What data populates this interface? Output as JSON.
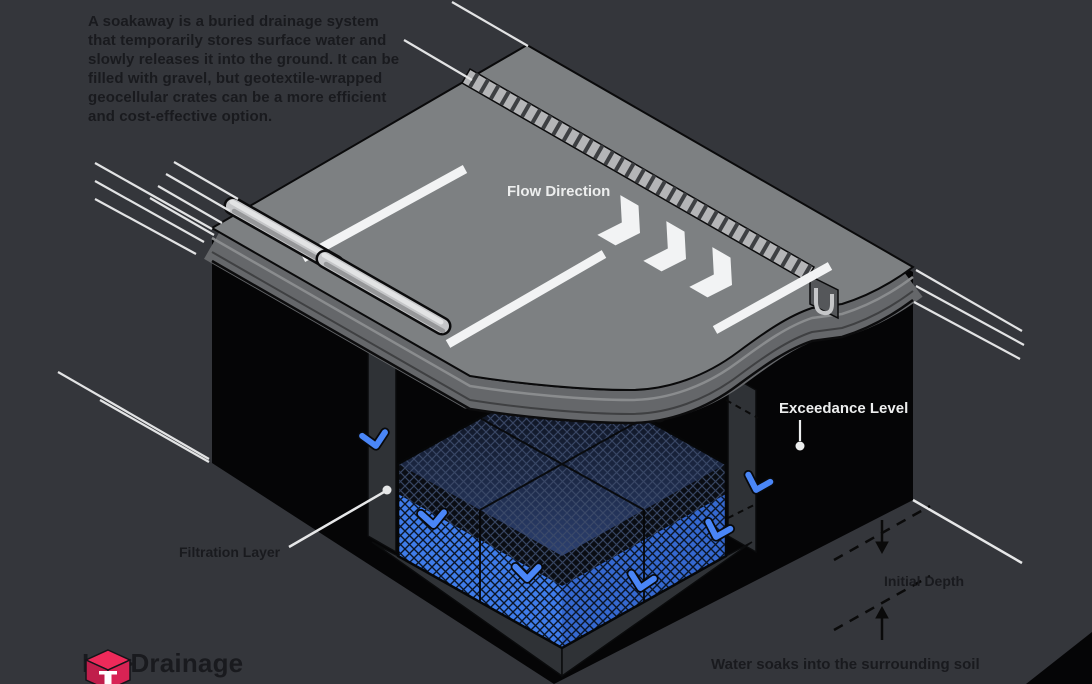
{
  "intro": {
    "text": "A soakaway is a buried drainage system\nthat temporarily stores surface water and\nslowly releases it into the ground. It can be\nfilled with gravel, but geotextile-wrapped\ngeocellular crates can be a more efficient\nand cost-effective option."
  },
  "diagram": {
    "labels": {
      "flow_direction": "Flow Direction",
      "exceedance_level": "Exceedance Level",
      "filtration_layer": "Filtration Layer",
      "initial_depth": "Initial Depth",
      "water_soaks": "Water soaks into the surrounding soil"
    },
    "icons": {
      "flow_chevrons": "three white chevrons pointing toward drain",
      "drain_channel": "slotted linear drainage strip",
      "gully_inlet": "U-shaped gully inlet",
      "inlet_pipe": "pipe from gully to crate",
      "geocellular_crate": "mesh-wrapped crate storing water",
      "water_seep_arrows": "blue arrows of water soaking out",
      "speed_motion_lines": "white motion lines"
    }
  },
  "logo": {
    "name": "InfoDrainage",
    "icon_letter": "I"
  },
  "colors": {
    "background": "#34363b",
    "soil": "#050506",
    "road_surface": "#7d8082",
    "road_side": "#65676a",
    "marking_white": "#f2f3f4",
    "kerb_light": "#c5c6c8",
    "drain_strip": "#b4b5b7",
    "crate_water_blue": "#3f7ce9",
    "crate_water_blue_dark": "#3568cf",
    "crate_empty_dark": "#0a0d13",
    "filtration_band": "#2f3236",
    "seep_arrow_blue": "#4a86f7",
    "label_dark": "#191a1e",
    "label_light": "#edeeee",
    "logo_pink": "#ee2a5a",
    "logo_pink_dark": "#c01e4b"
  }
}
